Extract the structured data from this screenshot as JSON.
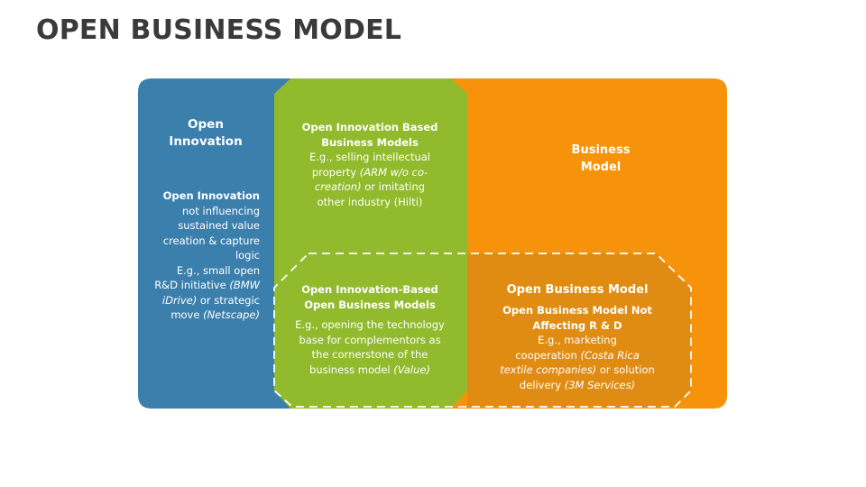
{
  "title": "OPEN BUSINESS MODEL",
  "colors": {
    "blue": "#3b7fad",
    "green": "#92ba2d",
    "orange": "#f7930a"
  },
  "open_innovation": {
    "heading": [
      "Open",
      "Innovation"
    ],
    "body_bold": "Open Innovation",
    "body_lines": [
      "not influencing",
      "sustained value",
      "creation & capture",
      "logic"
    ],
    "example_lines": [
      "E.g.,  small open",
      "R&D initiative "
    ],
    "example_italic_1": "(BMW",
    "example_italic_2": "iDrive)",
    "example_text_2": " or strategic",
    "example_text_3": "move ",
    "example_italic_3": "(Netscape)"
  },
  "innovation_based": {
    "heading_lines": [
      "Open Innovation Based",
      "Business Models"
    ],
    "line1": "E.g., selling intellectual",
    "line2_text": "property ",
    "line2_italic": "(ARM w/o co-",
    "line3_italic": "creation)",
    "line3_text": " or imitating",
    "line4": "other industry (Hilti)"
  },
  "business_model": {
    "heading": [
      "Business",
      "Model"
    ]
  },
  "overlap": {
    "heading_lines": [
      "Open Innovation-Based",
      "Open Business Models"
    ],
    "lines": [
      "E.g., opening the technology",
      "base for complementors as",
      "the cornerstone of the"
    ],
    "last_text": "business model ",
    "last_italic": "(Value)"
  },
  "open_business_model": {
    "heading": "Open Business Model",
    "sub_lines": [
      "Open Business Model  Not",
      "Affecting R & D"
    ],
    "line1": "E.g., marketing",
    "line2_text": "cooperation  ",
    "line2_italic": "(Costa Rica",
    "line3_italic": "textile companies)",
    "line3_text": " or solution",
    "line4_text": "delivery ",
    "line4_italic": "(3M Services)"
  }
}
